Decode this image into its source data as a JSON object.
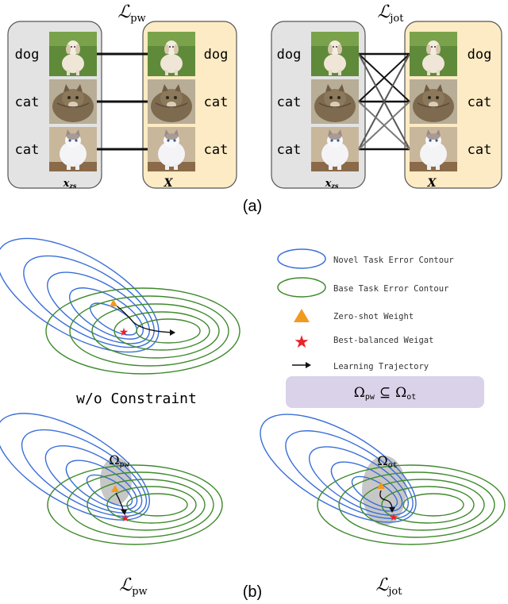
{
  "panel_a": {
    "label": "(a)",
    "left": {
      "title_main": "ℒ",
      "title_sub": "pw",
      "left_caption": "x",
      "left_caption_sub": "zs",
      "right_caption": "X",
      "rows": [
        {
          "left_label": "dog",
          "right_label": "dog",
          "animal": "dog"
        },
        {
          "left_label": "cat",
          "right_label": "cat",
          "animal": "cat-tabby"
        },
        {
          "left_label": "cat",
          "right_label": "cat",
          "animal": "cat-white"
        }
      ]
    },
    "right": {
      "title_main": "ℒ",
      "title_sub": "jot",
      "left_caption": "x",
      "left_caption_sub": "zs",
      "right_caption": "X",
      "rows": [
        {
          "left_label": "dog",
          "right_label": "dog",
          "animal": "dog"
        },
        {
          "left_label": "cat",
          "right_label": "cat",
          "animal": "cat-tabby"
        },
        {
          "left_label": "cat",
          "right_label": "cat",
          "animal": "cat-white"
        }
      ]
    }
  },
  "panel_b": {
    "label": "(b)",
    "top_caption": "w/o Constraint",
    "legend": [
      {
        "icon": "blue-ellipse-icon",
        "label": "Novel Task Error Contour"
      },
      {
        "icon": "green-ellipse-icon",
        "label": "Base Task Error Contour"
      },
      {
        "icon": "orange-triangle-icon",
        "label": "Zero-shot Weight"
      },
      {
        "icon": "red-star-icon",
        "label": "Best-balanced Weigat"
      },
      {
        "icon": "arrow-icon",
        "label": "Learning Trajectory"
      }
    ],
    "relation": {
      "left": "Ω",
      "left_sub": "pw",
      "op": "⊆",
      "right": "Ω",
      "right_sub": "ot"
    },
    "bottom_left": {
      "region_main": "Ω",
      "region_sub": "pw",
      "caption_main": "ℒ",
      "caption_sub": "pw"
    },
    "bottom_right": {
      "region_main": "Ω",
      "region_sub": "ot",
      "caption_main": "ℒ",
      "caption_sub": "jot"
    }
  },
  "colors": {
    "blue": "#3a6fd8",
    "green": "#3f8a2c",
    "orange": "#f29a1f",
    "red": "#e8232a",
    "gray_panel": "#e3e3e3",
    "yellow_panel": "#fcebc4",
    "purple_box": "#d9d2e9"
  }
}
